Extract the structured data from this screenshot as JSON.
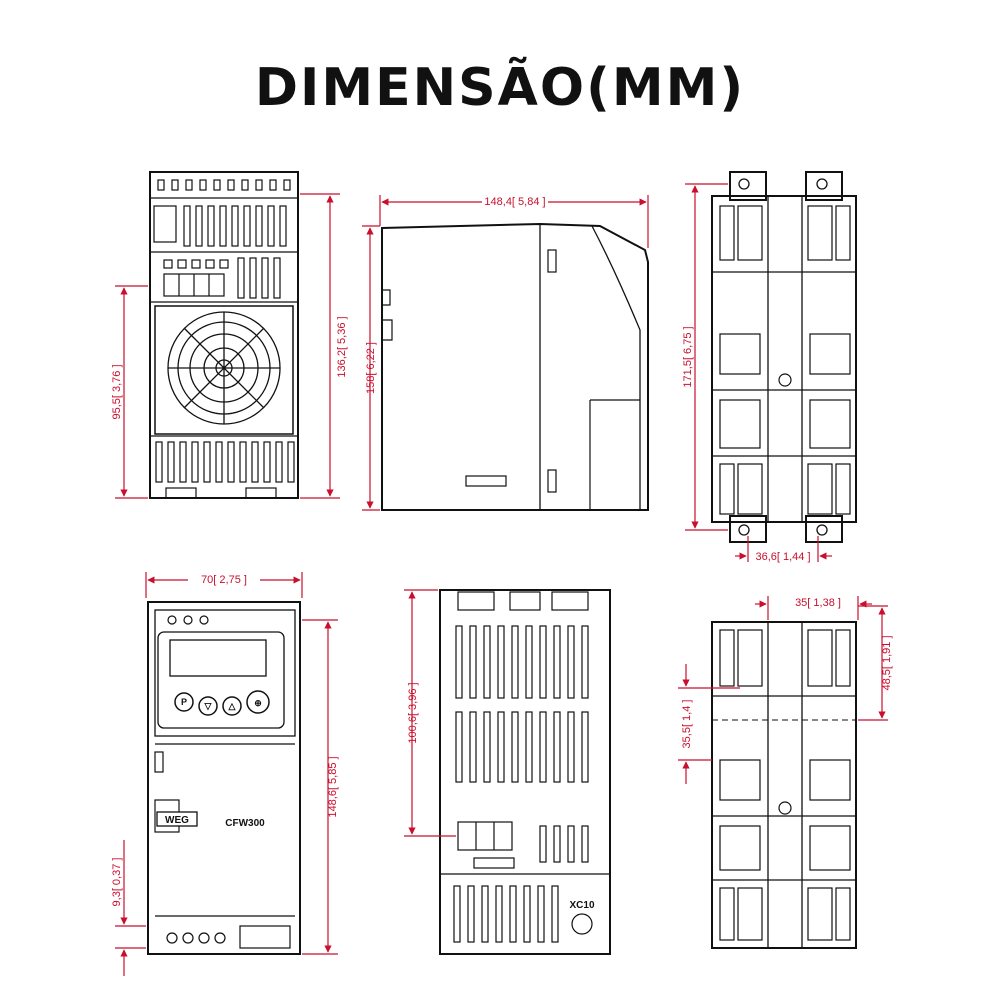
{
  "title": "DIMENSÃO(MM)",
  "colors": {
    "outline": "#111111",
    "dimension": "#c8102e",
    "background": "#ffffff"
  },
  "dimensions": {
    "front_top_height": "136,2[ 5,36 ]",
    "front_top_fan_height": "95,5[ 3,76 ]",
    "side_depth": "148,4[ 5,84 ]",
    "side_height": "158[ 6,22 ]",
    "rear_height": "171,5[ 6,75 ]",
    "rear_width": "36,6[ 1,44 ]",
    "front_width": "70[ 2,75 ]",
    "front_height": "148,6[ 5,85 ]",
    "front_bottom_offset": "9,3[ 0,37 ]",
    "top_view_height": "100,6[ 3,96 ]",
    "mount_width": "35[ 1,38 ]",
    "mount_offset": "48,5[ 1,91 ]",
    "mount_height": "35,5[ 1,4 ]"
  },
  "labels": {
    "brand": "WEG",
    "product": "CFW300",
    "connector": "XC10"
  },
  "icons": [
    "fan-icon",
    "keypad-p-icon",
    "keypad-down-icon",
    "keypad-up-icon",
    "keypad-run-icon"
  ]
}
